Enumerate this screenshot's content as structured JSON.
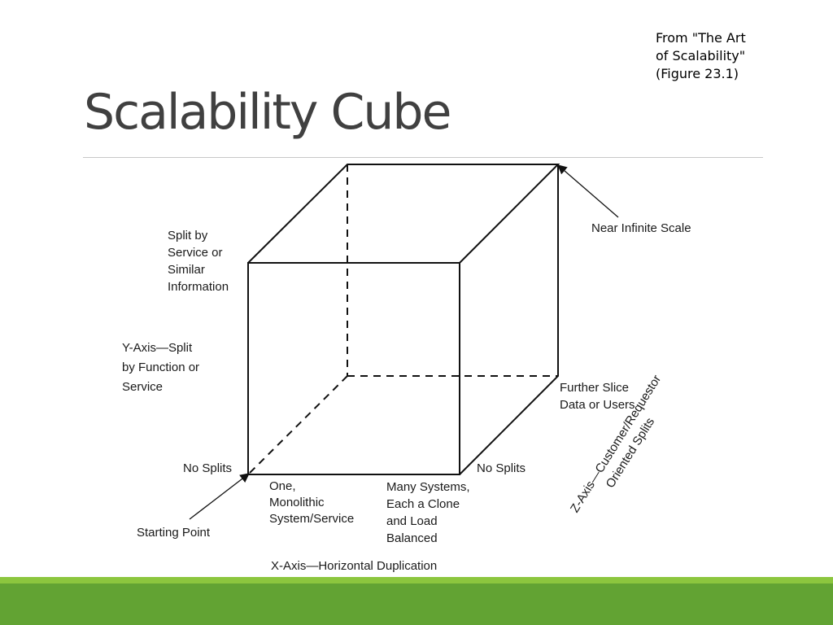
{
  "slide": {
    "title": "Scalability Cube",
    "source_note": [
      "From \"The Art",
      "of Scalability\"",
      "(Figure 23.1)"
    ]
  },
  "diagram": {
    "labels": {
      "split_by_service": [
        "Split by",
        "Service or",
        "Similar",
        "Information"
      ],
      "y_axis": [
        "Y-Axis—Split",
        "by Function or",
        "Service"
      ],
      "no_splits_left": "No Splits",
      "starting_point": "Starting Point",
      "one_monolithic": [
        "One,",
        "Monolithic",
        "System/Service"
      ],
      "many_systems": [
        "Many Systems,",
        "Each a Clone",
        "and Load",
        "Balanced"
      ],
      "no_splits_right": "No Splits",
      "x_axis": "X-Axis—Horizontal Duplication",
      "further_slice": [
        "Further Slice",
        "Data or Users"
      ],
      "z_axis": [
        "Z-Axis—Customer/Requestor",
        "Oriented Splits"
      ],
      "near_infinite": "Near Infinite Scale"
    }
  },
  "colors": {
    "title": "#404040",
    "footer_bar": "#62a333",
    "footer_accent": "#8cc63e",
    "lines": "#111111"
  }
}
